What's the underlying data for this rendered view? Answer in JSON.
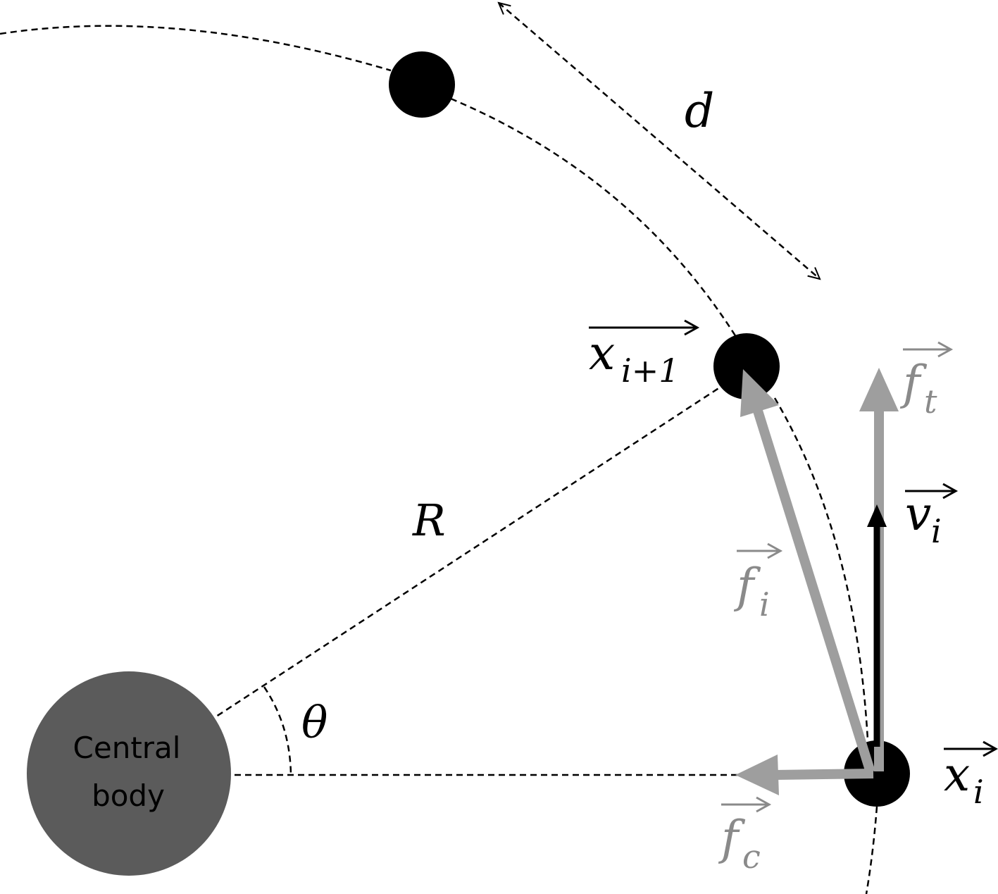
{
  "central_body": {
    "label_line1": "Central",
    "label_line2": "body",
    "fill_color": "#5b5b5b"
  },
  "labels": {
    "distance": "d",
    "radius": "R",
    "angle": "θ",
    "position_next": {
      "base": "x",
      "sub": "i+1"
    },
    "position_current": {
      "base": "x",
      "sub": "i"
    },
    "velocity": {
      "base": "v",
      "sub": "i"
    },
    "force_tangential": {
      "base": "f",
      "sub": "t"
    },
    "force_resultant": {
      "base": "f",
      "sub": "i"
    },
    "force_central": {
      "base": "f",
      "sub": "c"
    }
  },
  "colors": {
    "body": "#000000",
    "velocity_arrow": "#000000",
    "force_arrows": "#9e9e9e",
    "force_labels": "#8a8a8a"
  }
}
